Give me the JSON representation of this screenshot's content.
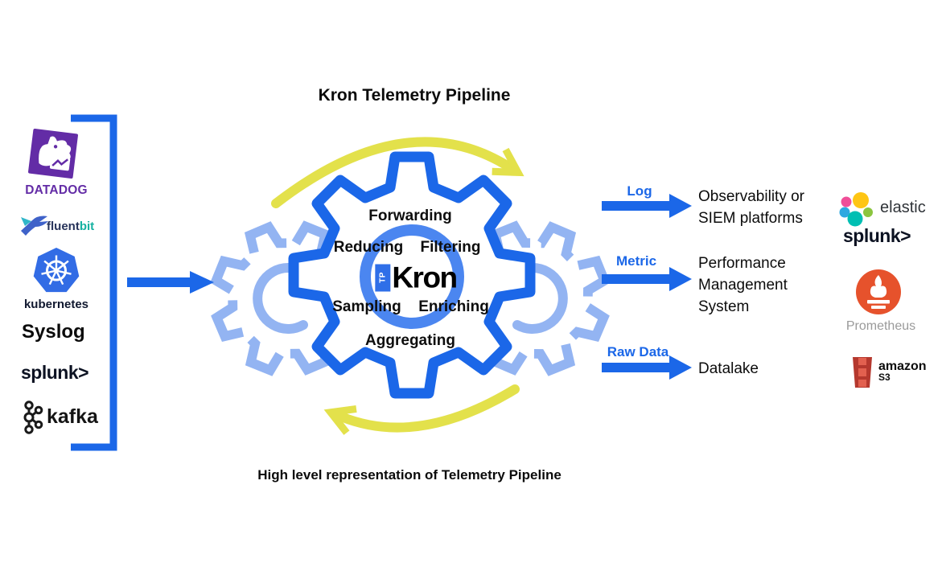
{
  "title": "Kron Telemetry Pipeline",
  "caption": "High level representation of Telemetry Pipeline",
  "sources": {
    "datadog": {
      "label": "DATADOG"
    },
    "fluentbit": {
      "label_primary": "fluent",
      "label_accent": "bit"
    },
    "kubernetes": {
      "label": "kubernetes"
    },
    "syslog": {
      "label": "Syslog"
    },
    "splunk": {
      "label": "splunk",
      "chevron": ">"
    },
    "kafka": {
      "label": "kafka"
    }
  },
  "pipeline": {
    "logo": {
      "badge": "TP",
      "name": "Kron"
    },
    "stages": {
      "forwarding": "Forwarding",
      "reducing": "Reducing",
      "filtering": "Filtering",
      "sampling": "Sampling",
      "enriching": "Enriching",
      "aggregating": "Aggregating"
    }
  },
  "flows": {
    "log": {
      "label": "Log",
      "line1": "Observability or",
      "line2": "SIEM platforms"
    },
    "metric": {
      "label": "Metric",
      "line1": "Performance",
      "line2": "Management",
      "line3": "System"
    },
    "raw": {
      "label": "Raw Data",
      "line1": "Datalake"
    }
  },
  "destinations": {
    "elastic": {
      "label": "elastic"
    },
    "splunk": {
      "label": "splunk",
      "chevron": ">"
    },
    "prometheus": {
      "label": "Prometheus"
    },
    "s3": {
      "label_brand": "amazon",
      "label_product": "S3"
    }
  },
  "icons": {
    "datadog": "dog-in-purple-square",
    "fluentbit": "hummingbird",
    "kubernetes": "ship-wheel-heptagon",
    "kafka": "kafka-node-graph",
    "elastic": "colored-circle-cluster",
    "prometheus": "flame-torch-circle",
    "s3": "red-bucket"
  },
  "colors": {
    "primary_blue": "#1b67e8",
    "light_blue": "#93b4f2",
    "ring_blue": "#4b86f0",
    "accent_yellow": "#e3e14b",
    "datadog_purple": "#632ca6",
    "kubernetes_blue": "#326ce5",
    "prometheus_orange": "#e6522c",
    "s3_red": "#b5382e"
  }
}
